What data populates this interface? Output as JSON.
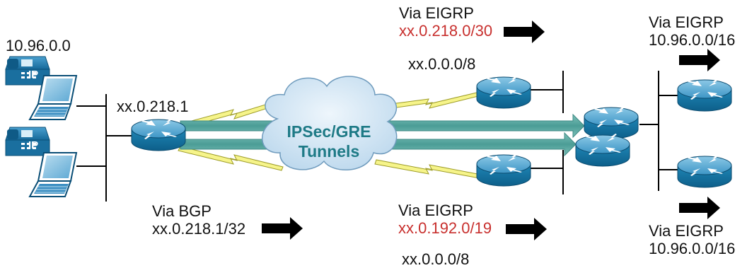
{
  "site_left": {
    "subnet_label": "10.96.0.0",
    "router_ip_label": "xx.0.218.1"
  },
  "cloud": {
    "line1": "IPSec/GRE",
    "line2": "Tunnels"
  },
  "ip_phone_text": "IP",
  "route_annotations": {
    "bgp": {
      "protocol": "Via BGP",
      "prefix": "xx.0.218.1/32"
    },
    "top_center": {
      "protocol": "Via EIGRP",
      "prefix": "xx.0.218.0/30",
      "summary": "xx.0.0.0/8"
    },
    "bottom_center": {
      "protocol": "Via EIGRP",
      "prefix": "xx.0.192.0/19",
      "summary": "xx.0.0.0/8"
    },
    "top_right": {
      "protocol": "Via EIGRP",
      "prefix": "10.96.0.0/16"
    },
    "bottom_right": {
      "protocol": "Via EIGRP",
      "prefix": "10.96.0.0/16"
    }
  },
  "colors": {
    "router_body": "#1f7fae",
    "router_top": "#6fb6d9",
    "tunnel": "#5aa7a0",
    "cloud_fill": "#d2e6f4",
    "highlight_red": "#c8302e",
    "lightning": "#f2f080"
  }
}
